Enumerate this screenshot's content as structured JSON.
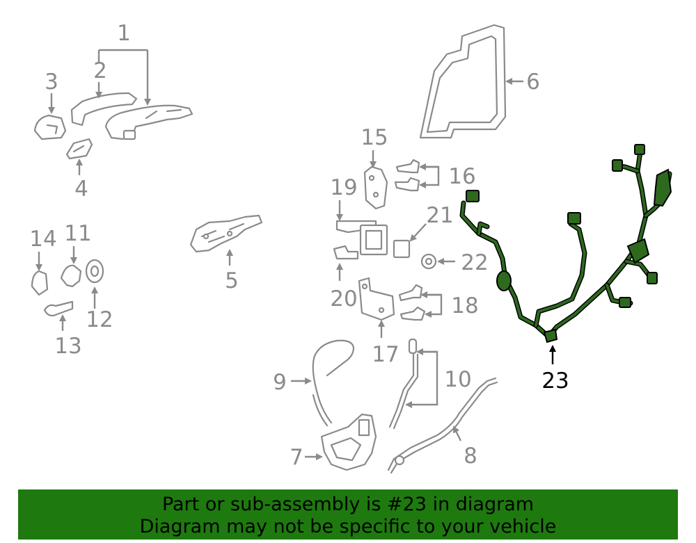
{
  "diagram": {
    "callouts": {
      "c1": "1",
      "c2": "2",
      "c3": "3",
      "c4": "4",
      "c5": "5",
      "c6": "6",
      "c7": "7",
      "c8": "8",
      "c9": "9",
      "c10": "10",
      "c11": "11",
      "c12": "12",
      "c13": "13",
      "c14": "14",
      "c15": "15",
      "c16": "16",
      "c17": "17",
      "c18": "18",
      "c19": "19",
      "c20": "20",
      "c21": "21",
      "c22": "22",
      "c23": "23"
    },
    "highlight_part": "23",
    "colors": {
      "part_outline": "#8a8a8a",
      "highlight": "#2d6a1e",
      "banner_bg": "#1e7a0f"
    }
  },
  "banner": {
    "line1": "Part or sub-assembly is #23 in diagram",
    "line2": "Diagram may not be specific to your vehicle"
  }
}
